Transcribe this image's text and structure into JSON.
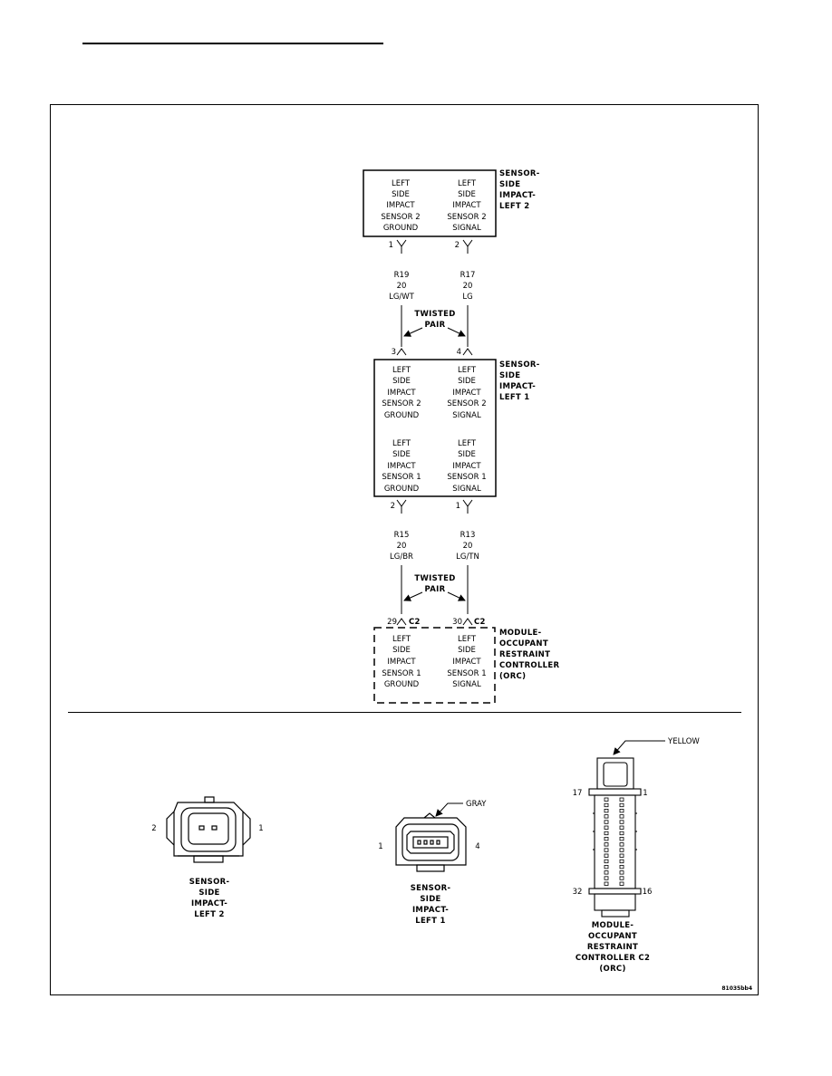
{
  "top_box": {
    "col_left": [
      "LEFT",
      "SIDE",
      "IMPACT",
      "SENSOR 2",
      "GROUND"
    ],
    "col_right": [
      "LEFT",
      "SIDE",
      "IMPACT",
      "SENSOR 2",
      "SIGNAL"
    ],
    "name": [
      "SENSOR-",
      "SIDE",
      "IMPACT-",
      "LEFT 2"
    ],
    "pin_left": "1",
    "pin_right": "2"
  },
  "wires_upper": {
    "left": {
      "circuit": "R19",
      "gauge": "20",
      "color": "LG/WT"
    },
    "right": {
      "circuit": "R17",
      "gauge": "20",
      "color": "LG"
    },
    "twisted_label": [
      "TWISTED",
      "PAIR"
    ]
  },
  "mid_box": {
    "pin_left": "3",
    "pin_right": "4",
    "row1_left": [
      "LEFT",
      "SIDE",
      "IMPACT",
      "SENSOR 2",
      "GROUND"
    ],
    "row1_right": [
      "LEFT",
      "SIDE",
      "IMPACT",
      "SENSOR 2",
      "SIGNAL"
    ],
    "row2_left": [
      "LEFT",
      "SIDE",
      "IMPACT",
      "SENSOR 1",
      "GROUND"
    ],
    "row2_right": [
      "LEFT",
      "SIDE",
      "IMPACT",
      "SENSOR 1",
      "SIGNAL"
    ],
    "name": [
      "SENSOR-",
      "SIDE",
      "IMPACT-",
      "LEFT 1"
    ],
    "pin_bottom_left": "2",
    "pin_bottom_right": "1"
  },
  "wires_lower": {
    "left": {
      "circuit": "R15",
      "gauge": "20",
      "color": "LG/BR"
    },
    "right": {
      "circuit": "R13",
      "gauge": "20",
      "color": "LG/TN"
    },
    "twisted_label": [
      "TWISTED",
      "PAIR"
    ]
  },
  "orc_box": {
    "pin_left": "29",
    "pin_right": "30",
    "connector": "C2",
    "col_left": [
      "LEFT",
      "SIDE",
      "IMPACT",
      "SENSOR 1",
      "GROUND"
    ],
    "col_right": [
      "LEFT",
      "SIDE",
      "IMPACT",
      "SENSOR 1",
      "SIGNAL"
    ],
    "name": [
      "MODULE-",
      "OCCUPANT",
      "RESTRAINT",
      "CONTROLLER",
      "(ORC)"
    ]
  },
  "connector_views": [
    {
      "pin_left": "2",
      "pin_right": "1",
      "label": [
        "SENSOR-",
        "SIDE",
        "IMPACT-",
        "LEFT 2"
      ]
    },
    {
      "pin_left": "1",
      "pin_right": "4",
      "color_note": "GRAY",
      "label": [
        "SENSOR-",
        "SIDE",
        "IMPACT-",
        "LEFT 1"
      ]
    },
    {
      "pins": [
        "17",
        "1",
        "32",
        "16"
      ],
      "color_note": "YELLOW",
      "label": [
        "MODULE-",
        "OCCUPANT",
        "RESTRAINT",
        "CONTROLLER C2",
        "(ORC)"
      ]
    }
  ],
  "figure_code": "81035bb4"
}
